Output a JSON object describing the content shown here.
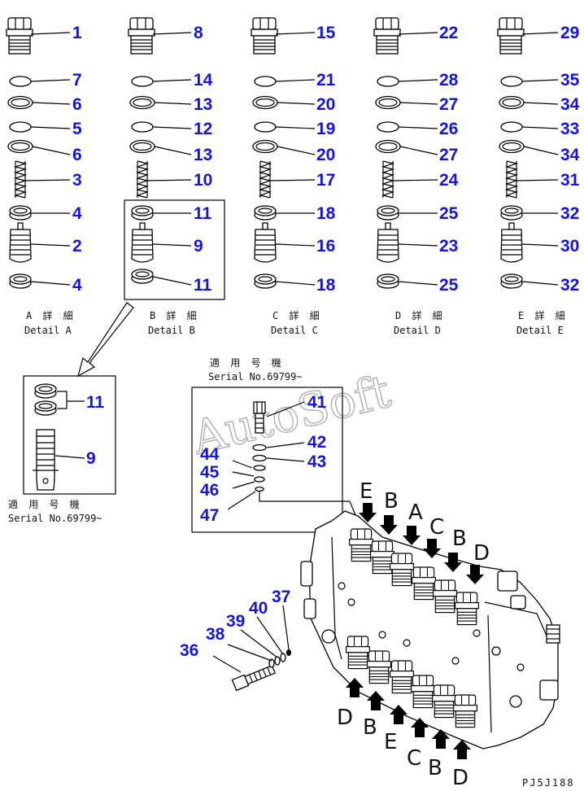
{
  "columns": [
    {
      "id": "A",
      "parts": [
        "1",
        "7",
        "6",
        "5",
        "6",
        "3",
        "4",
        "2",
        "4"
      ],
      "caption_jp": "A 詳 細",
      "caption_en": "Detail A"
    },
    {
      "id": "B",
      "parts": [
        "8",
        "14",
        "13",
        "12",
        "13",
        "10",
        "11",
        "9",
        "11"
      ],
      "caption_jp": "B 詳 細",
      "caption_en": "Detail B"
    },
    {
      "id": "C",
      "parts": [
        "15",
        "21",
        "20",
        "19",
        "20",
        "17",
        "18",
        "16",
        "18"
      ],
      "caption_jp": "C 詳 細",
      "caption_en": "Detail C"
    },
    {
      "id": "D",
      "parts": [
        "22",
        "28",
        "27",
        "26",
        "27",
        "24",
        "25",
        "23",
        "25"
      ],
      "caption_jp": "D 詳 細",
      "caption_en": "Detail D"
    },
    {
      "id": "E",
      "parts": [
        "29",
        "35",
        "34",
        "33",
        "34",
        "31",
        "32",
        "30",
        "32"
      ],
      "caption_jp": "E 詳 細",
      "caption_en": "Detail E"
    }
  ],
  "inset_b": {
    "parts": [
      "11",
      "9"
    ],
    "serial_jp": "適 用 号 機",
    "serial_en": "Serial No.69799~"
  },
  "inset_valve": {
    "parts": [
      "41",
      "42",
      "43",
      "44",
      "45",
      "46",
      "47"
    ],
    "serial_jp": "適 用 号 機",
    "serial_en": "Serial No.69799~"
  },
  "plug_parts": [
    "36",
    "38",
    "39",
    "40",
    "37"
  ],
  "arrow_labels_top": [
    "E",
    "B",
    "A",
    "C",
    "B",
    "D"
  ],
  "arrow_labels_bottom": [
    "D",
    "B",
    "E",
    "C",
    "B",
    "D"
  ],
  "watermark": "AutoSoft",
  "drawing_code": "PJ5J188",
  "colors": {
    "callout": "#1414d6",
    "line": "#000000",
    "watermark": "#b0b0b0"
  }
}
